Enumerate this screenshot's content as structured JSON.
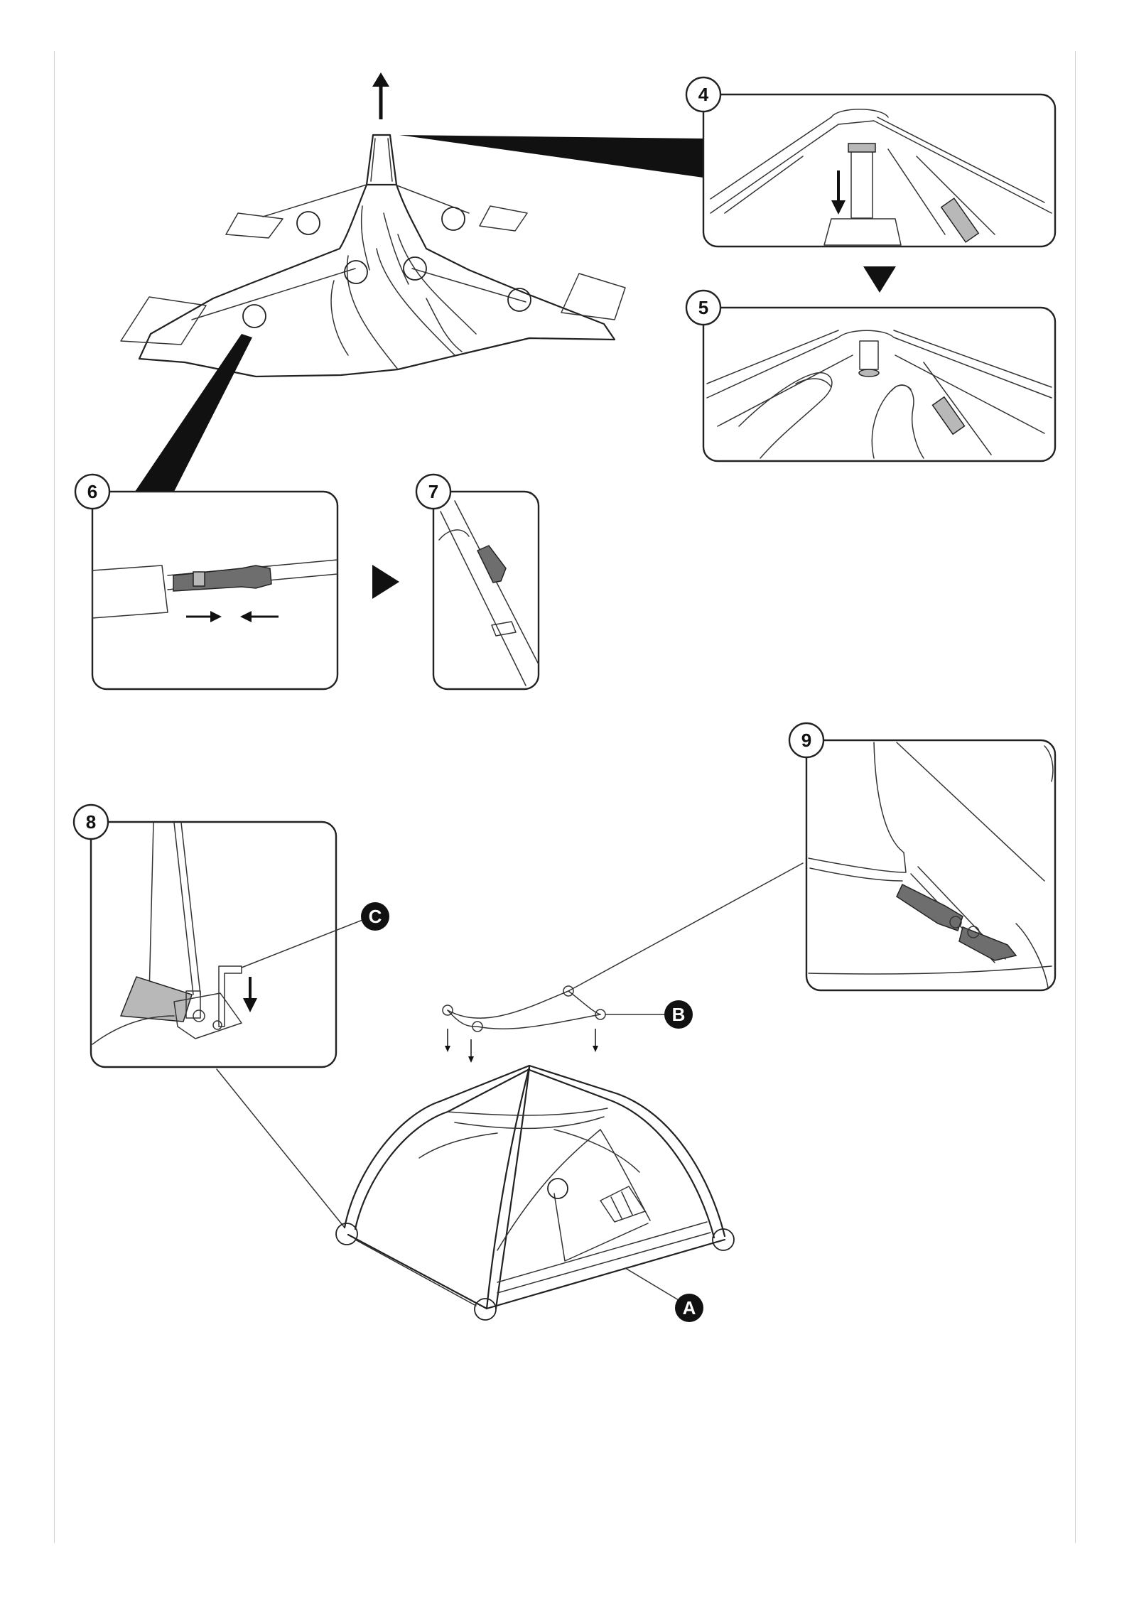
{
  "steps": {
    "step4": "4",
    "step5": "5",
    "step6": "6",
    "step7": "7",
    "step8": "8",
    "step9": "9"
  },
  "parts": {
    "part_a": "A",
    "part_b": "B",
    "part_c": "C"
  },
  "icons": {
    "up_arrow": "arrow-up-icon",
    "down_triangle": "triangle-down-icon",
    "right_triangle": "triangle-right-icon",
    "push_arrows": "arrows-inward-icon",
    "stake_down_arrow": "arrow-down-icon",
    "drop_arrows": "arrow-down-icon"
  },
  "colors": {
    "ink": "#222222",
    "fill_dark": "#111111",
    "fill_grey": "#6e6e6e",
    "margin_rule": "#cfcfcf"
  }
}
